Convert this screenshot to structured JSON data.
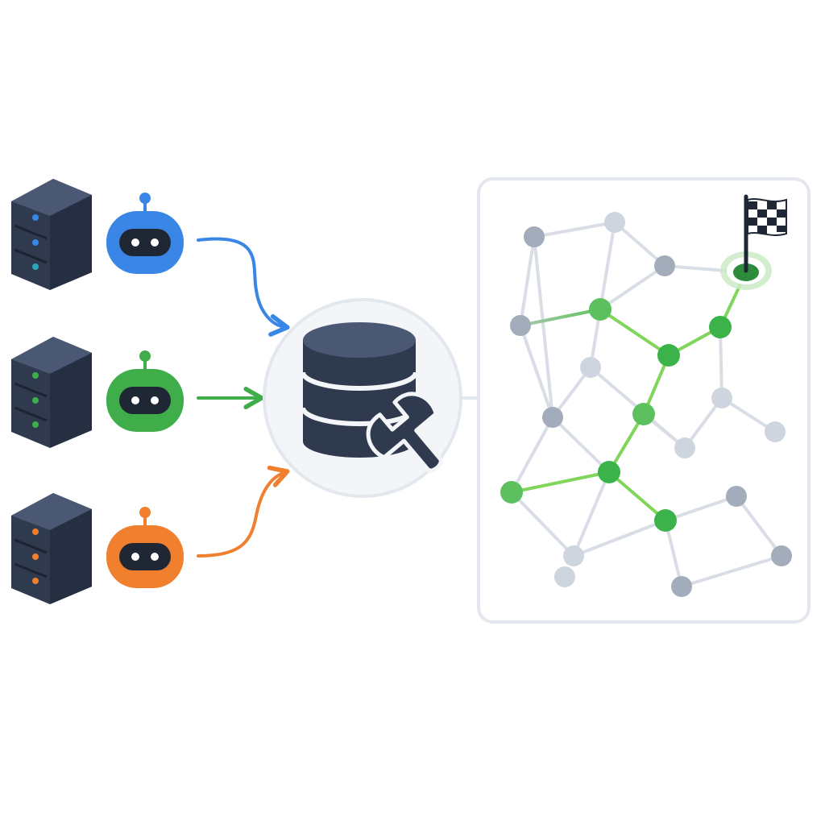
{
  "colors": {
    "server_body": "#2f3a4f",
    "server_body_light": "#3d4a63",
    "server_top": "#4a5873",
    "agent_blue": "#3a86e6",
    "agent_green": "#3fae4a",
    "agent_orange": "#f07f2e",
    "robot_face": "#1f2735",
    "hub_fill": "#f3f5f8",
    "hub_stroke": "#e3e7ee",
    "db_dark": "#2f3a4f",
    "panel_stroke": "#e4e8ee",
    "edge_gray": "#d9dee6",
    "node_gray": "#a3acba",
    "node_light": "#cfd5de",
    "path_green": "#7fd65a",
    "node_green": "#3bb34a",
    "goal_green": "#2e8b3c",
    "goal_halo": "#cdeac7",
    "flag_dark": "#1f2735"
  },
  "sources": [
    {
      "id": "blue",
      "color_key": "agent_blue",
      "led": "#3a86e6"
    },
    {
      "id": "green",
      "color_key": "agent_green",
      "led": "#3fae4a"
    },
    {
      "id": "orange",
      "color_key": "agent_orange",
      "led": "#f07f2e"
    }
  ],
  "icons": {
    "server": "server-rack-icon",
    "agent": "robot-icon",
    "hub": "database-wrench-icon",
    "goal": "checkered-flag-icon"
  },
  "graph": {
    "gray_nodes": [
      {
        "id": "g1",
        "tone": "mid"
      },
      {
        "id": "g2",
        "tone": "light"
      },
      {
        "id": "g3",
        "tone": "mid"
      },
      {
        "id": "g4",
        "tone": "mid"
      },
      {
        "id": "g5",
        "tone": "light"
      },
      {
        "id": "g6",
        "tone": "mid"
      },
      {
        "id": "g7",
        "tone": "light"
      },
      {
        "id": "g8",
        "tone": "light"
      },
      {
        "id": "g9",
        "tone": "light"
      },
      {
        "id": "g10",
        "tone": "mid"
      },
      {
        "id": "g11",
        "tone": "light"
      },
      {
        "id": "g12",
        "tone": "mid"
      },
      {
        "id": "g13",
        "tone": "light"
      },
      {
        "id": "g14",
        "tone": "mid"
      }
    ],
    "path_nodes": [
      "p1",
      "p2",
      "p3",
      "p4",
      "p5",
      "p6",
      "p7"
    ],
    "goal_node": "goal"
  }
}
